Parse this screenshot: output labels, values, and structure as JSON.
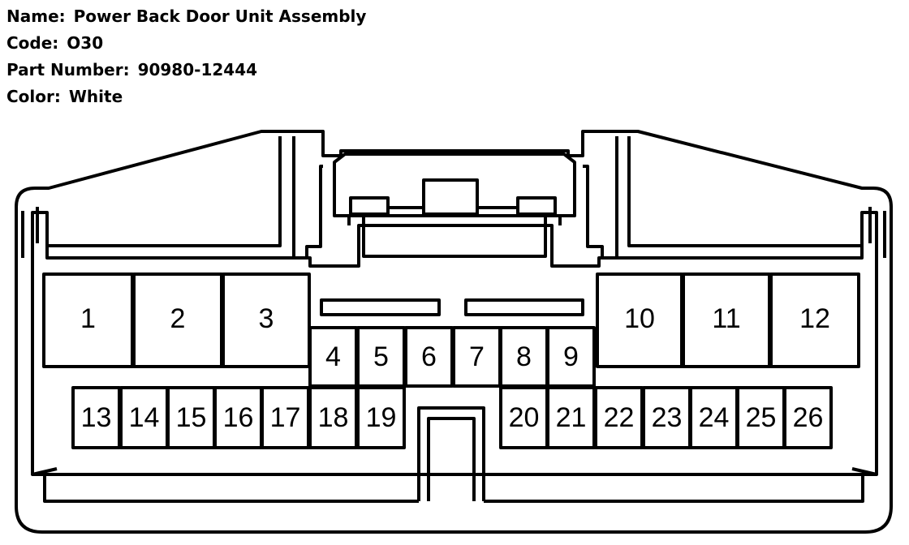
{
  "header": {
    "name_label": "Name:",
    "name_value": "Power Back Door Unit Assembly",
    "code_label": "Code:",
    "code_value": "O30",
    "part_label": "Part Number:",
    "part_value": "90980-12444",
    "color_label": "Color:",
    "color_value": "White"
  },
  "connector": {
    "pins": [
      {
        "id": "1",
        "label": "1"
      },
      {
        "id": "2",
        "label": "2"
      },
      {
        "id": "3",
        "label": "3"
      },
      {
        "id": "4",
        "label": "4"
      },
      {
        "id": "5",
        "label": "5"
      },
      {
        "id": "6",
        "label": "6"
      },
      {
        "id": "7",
        "label": "7"
      },
      {
        "id": "8",
        "label": "8"
      },
      {
        "id": "9",
        "label": "9"
      },
      {
        "id": "10",
        "label": "10"
      },
      {
        "id": "11",
        "label": "11"
      },
      {
        "id": "12",
        "label": "12"
      },
      {
        "id": "13",
        "label": "13"
      },
      {
        "id": "14",
        "label": "14"
      },
      {
        "id": "15",
        "label": "15"
      },
      {
        "id": "16",
        "label": "16"
      },
      {
        "id": "17",
        "label": "17"
      },
      {
        "id": "18",
        "label": "18"
      },
      {
        "id": "19",
        "label": "19"
      },
      {
        "id": "20",
        "label": "20"
      },
      {
        "id": "21",
        "label": "21"
      },
      {
        "id": "22",
        "label": "22"
      },
      {
        "id": "23",
        "label": "23"
      },
      {
        "id": "24",
        "label": "24"
      },
      {
        "id": "25",
        "label": "25"
      },
      {
        "id": "26",
        "label": "26"
      }
    ]
  }
}
